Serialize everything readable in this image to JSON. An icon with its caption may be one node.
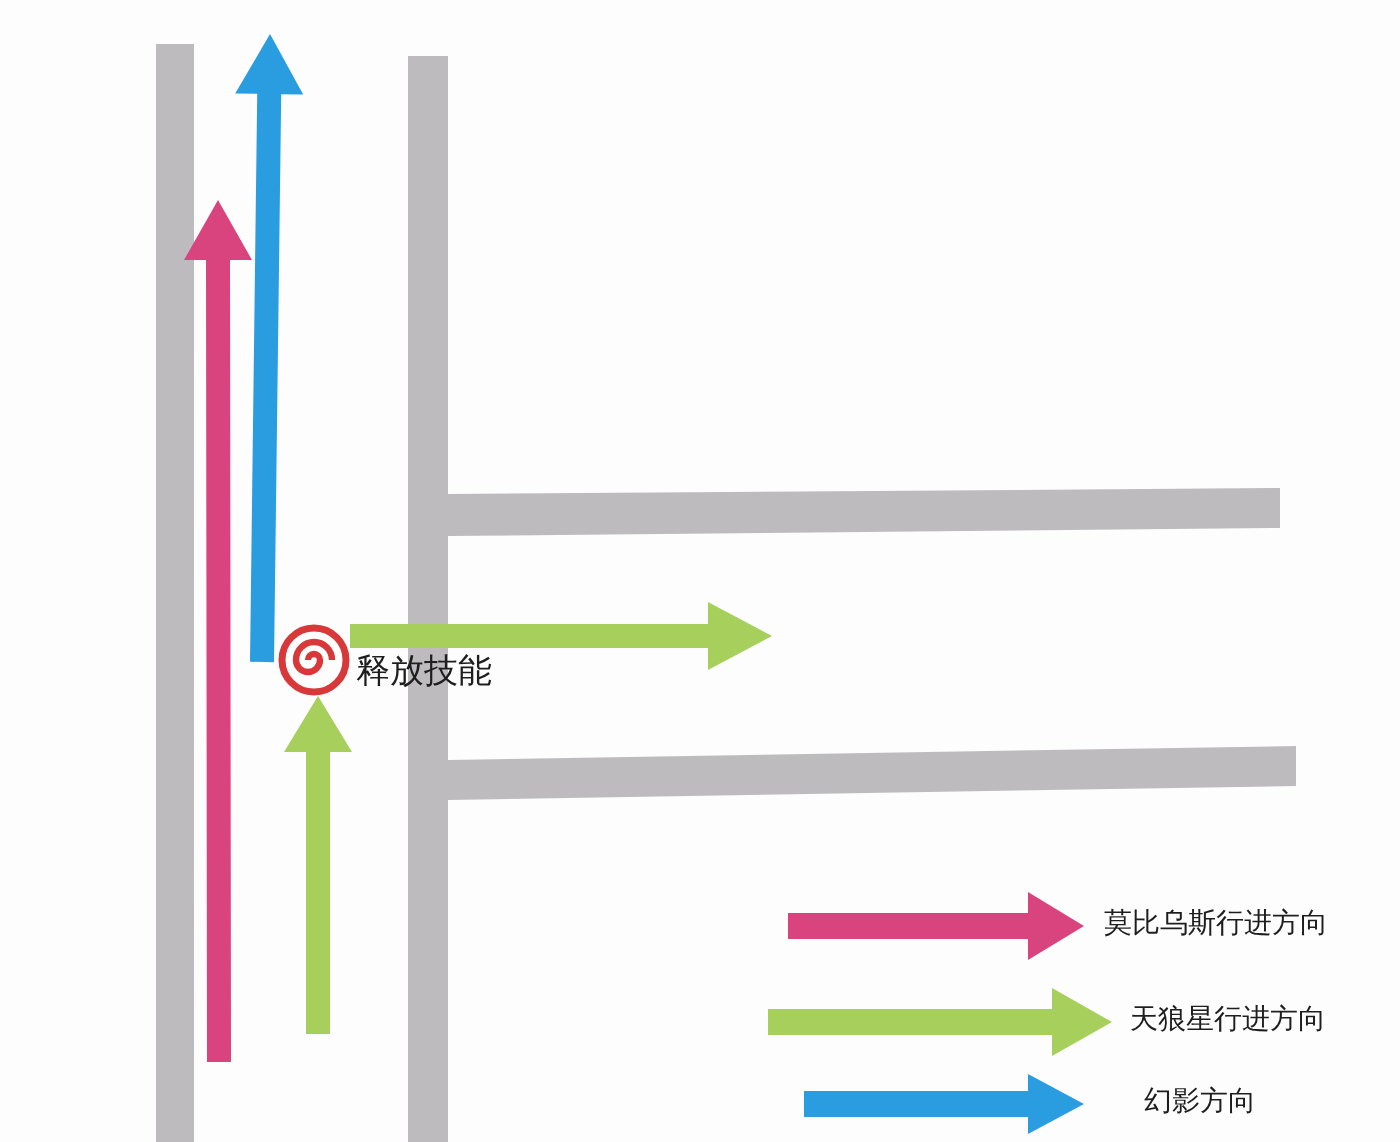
{
  "diagram": {
    "labels": [
      "释放技能"
    ],
    "legend": [
      {
        "text": "莫比乌斯行进方向",
        "color": "#d9447f"
      },
      {
        "text": "天狼星行进方向",
        "color": "#a6cf5b"
      },
      {
        "text": "幻影方向",
        "color": "#2a9de0"
      }
    ]
  }
}
